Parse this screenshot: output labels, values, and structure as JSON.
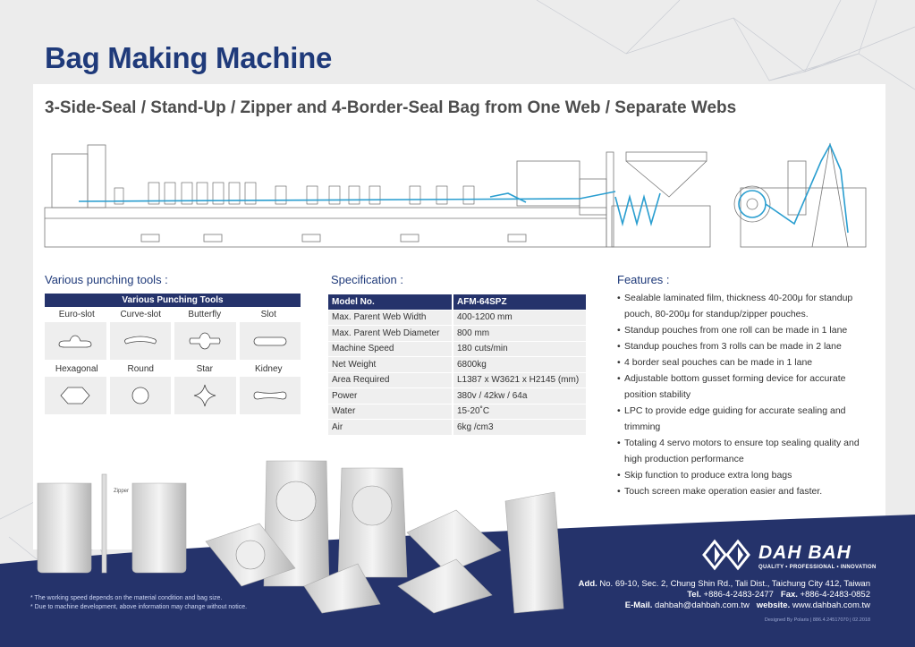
{
  "header": {
    "title": "Bag Making Machine",
    "subtitle": "3-Side-Seal / Stand-Up / Zipper and 4-Border-Seal Bag from One Web / Separate Webs"
  },
  "punching": {
    "heading": "Various punching tools :",
    "table_title": "Various Punching Tools",
    "row1": [
      "Euro-slot",
      "Curve-slot",
      "Butterfly",
      "Slot"
    ],
    "row2": [
      "Hexagonal",
      "Round",
      "Star",
      "Kidney"
    ]
  },
  "spec": {
    "heading": "Specification :",
    "header": {
      "k": "Model No.",
      "v": "AFM-64SPZ"
    },
    "rows": [
      {
        "k": "Max. Parent Web Width",
        "v": "400-1200 mm"
      },
      {
        "k": "Max. Parent Web Diameter",
        "v": "800 mm"
      },
      {
        "k": "Machine Speed",
        "v": "180 cuts/min"
      },
      {
        "k": "Net Weight",
        "v": "6800kg"
      },
      {
        "k": "Area Required",
        "v": "L1387 x W3621 x H2145 (mm)"
      },
      {
        "k": "Power",
        "v": "380v / 42kw / 64a"
      },
      {
        "k": "Water",
        "v": "15-20˚C"
      },
      {
        "k": "Air",
        "v": "6kg /cm3"
      }
    ]
  },
  "features": {
    "heading": "Features :",
    "items": [
      "Sealable laminated film, thickness 40-200μ for standup pouch, 80-200μ for standup/zipper pouches.",
      "Standup pouches from one roll can be made in 1 lane",
      "Standup pouches from 3 rolls can be made in 2 lane",
      "4 border seal pouches can be made in 1 lane",
      "Adjustable bottom gusset forming device for accurate position stability",
      "LPC to provide edge guiding for accurate sealing and trimming",
      "Totaling 4 servo motors to ensure top sealing quality and high production performance",
      "Skip function to produce extra long bags",
      "Touch screen make operation easier and faster."
    ]
  },
  "products": {
    "zipper_label": "Zipper"
  },
  "notes": [
    "* The working speed depends on the material condition and bag size.",
    "* Due to machine development, above information may change without notice."
  ],
  "brand": {
    "name": "DAH BAH",
    "tagline": "QUALITY • PROFESSIONAL • INNOVATION"
  },
  "contact": {
    "add_label": "Add.",
    "address": "No. 69-10, Sec. 2, Chung Shin Rd., Tali Dist., Taichung City 412, Taiwan",
    "tel_label": "Tel.",
    "tel": "+886-4-2483-2477",
    "fax_label": "Fax.",
    "fax": "+886-4-2483-0852",
    "email_label": "E-Mail.",
    "email": "dahbah@dahbah.com.tw",
    "web_label": "website.",
    "web": "www.dahbah.com.tw"
  },
  "designer": "Designed By Polaris | 886.4.24517070 | 02.2018",
  "colors": {
    "navy": "#25336b",
    "title_blue": "#1f3a7a",
    "web_line": "#2a9ed0"
  }
}
